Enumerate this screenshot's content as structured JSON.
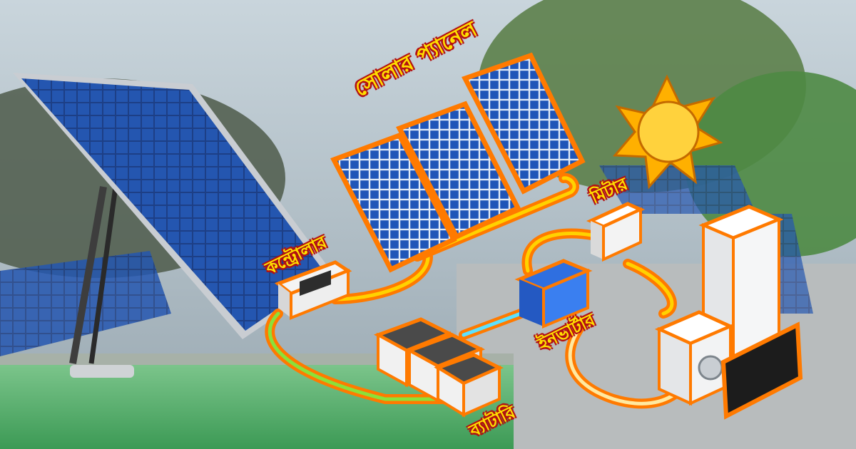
{
  "labels": {
    "solar_panel": "সোলার প্যানেল",
    "controller": "কন্ট্রোলার",
    "meter": "মিটার",
    "inverter": "ইনভার্টার",
    "battery": "ব্যাটারি"
  },
  "colors": {
    "label_fill": "#ffe000",
    "label_outline": "#b31212",
    "cable_hot": "#ff7a00",
    "cable_warm": "#ffd200",
    "cable_cool": "#5ce1ff",
    "cable_green": "#8be03a",
    "panel_cell": "#1d4fae",
    "sun": "#ffc20e"
  },
  "icons": [
    "sun-icon",
    "solar-panel-icon",
    "controller-icon",
    "battery-icon",
    "inverter-icon",
    "meter-icon",
    "fridge-icon",
    "washer-icon",
    "tv-icon"
  ]
}
